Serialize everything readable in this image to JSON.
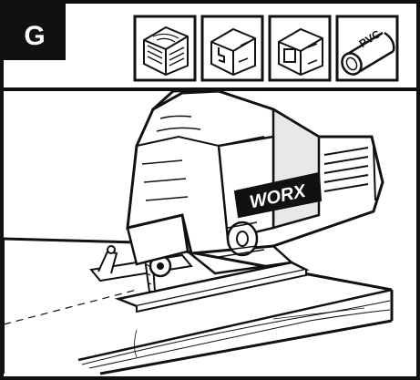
{
  "step": {
    "label": "G"
  },
  "material_icons": [
    {
      "name": "wood-icon",
      "text": ""
    },
    {
      "name": "aluminium-profile-icon",
      "text": ""
    },
    {
      "name": "metal-profile-icon",
      "text": ""
    },
    {
      "name": "pvc-pipe-icon",
      "text": "PVC"
    }
  ],
  "tool": {
    "brand": "WORX"
  },
  "colors": {
    "ink": "#111111",
    "paper": "#ffffff",
    "shade": "#e8e8e8"
  }
}
